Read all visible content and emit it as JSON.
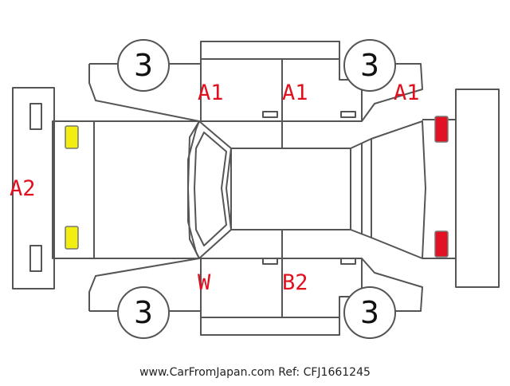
{
  "colors": {
    "outline": "#555555",
    "damage_text": "#e0101e",
    "headlight": "#f2ee10",
    "taillight": "#e21224"
  },
  "labels": {
    "front_left_door": "A1",
    "rear_left_door": "A1",
    "left_rear_quarter": "A1",
    "front_bumper": "A2",
    "front_right_door": "W",
    "rear_right_door": "B2"
  },
  "wheel_scores": {
    "front_left": "3",
    "rear_left": "3",
    "front_right": "3",
    "rear_right": "3"
  },
  "footer": "www.CarFromJapan.com Ref: CFJ1661245"
}
